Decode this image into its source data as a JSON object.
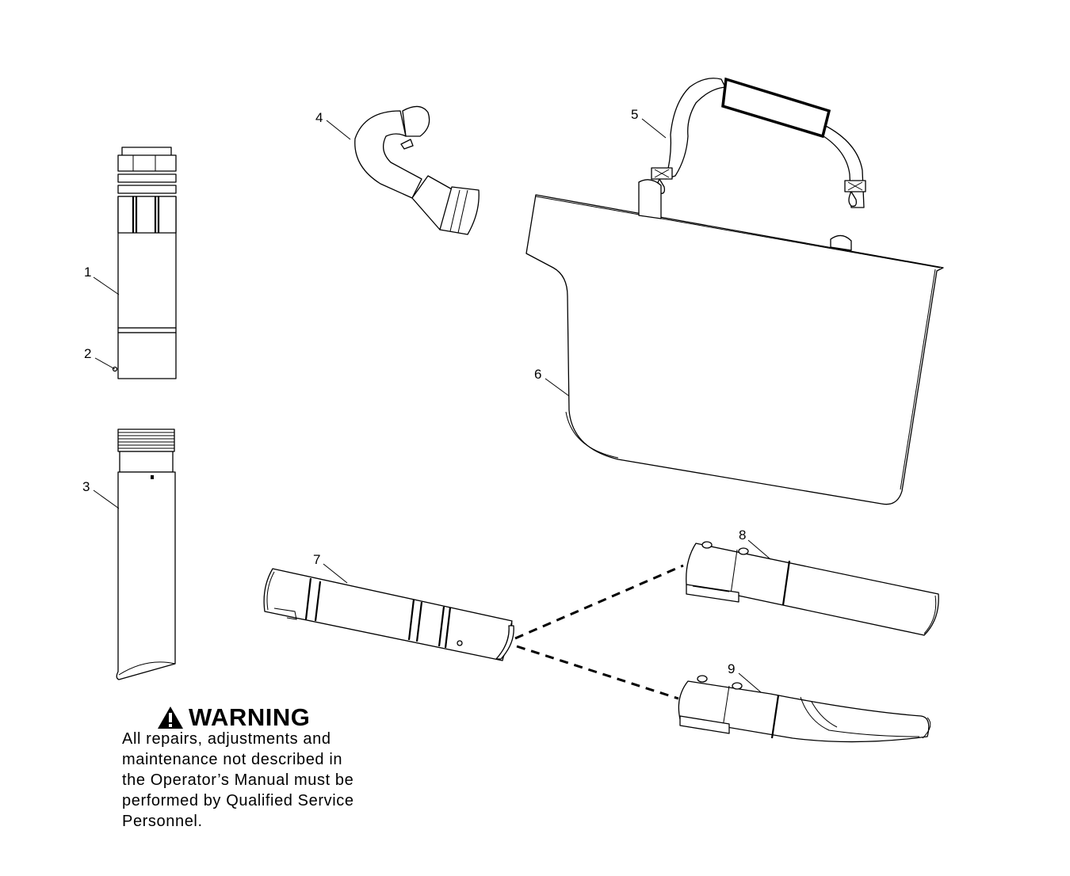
{
  "callouts": [
    {
      "id": "1",
      "label": "1"
    },
    {
      "id": "2",
      "label": "2"
    },
    {
      "id": "3",
      "label": "3"
    },
    {
      "id": "4",
      "label": "4"
    },
    {
      "id": "5",
      "label": "5"
    },
    {
      "id": "6",
      "label": "6"
    },
    {
      "id": "7",
      "label": "7"
    },
    {
      "id": "8",
      "label": "8"
    },
    {
      "id": "9",
      "label": "9"
    }
  ],
  "warning": {
    "icon": "warning-triangle-icon",
    "title": "WARNING",
    "lines": [
      "All repairs, adjustments and",
      "maintenance not described in",
      "the Operator’s Manual must be",
      "performed by Qualified Service",
      "Personnel."
    ]
  }
}
